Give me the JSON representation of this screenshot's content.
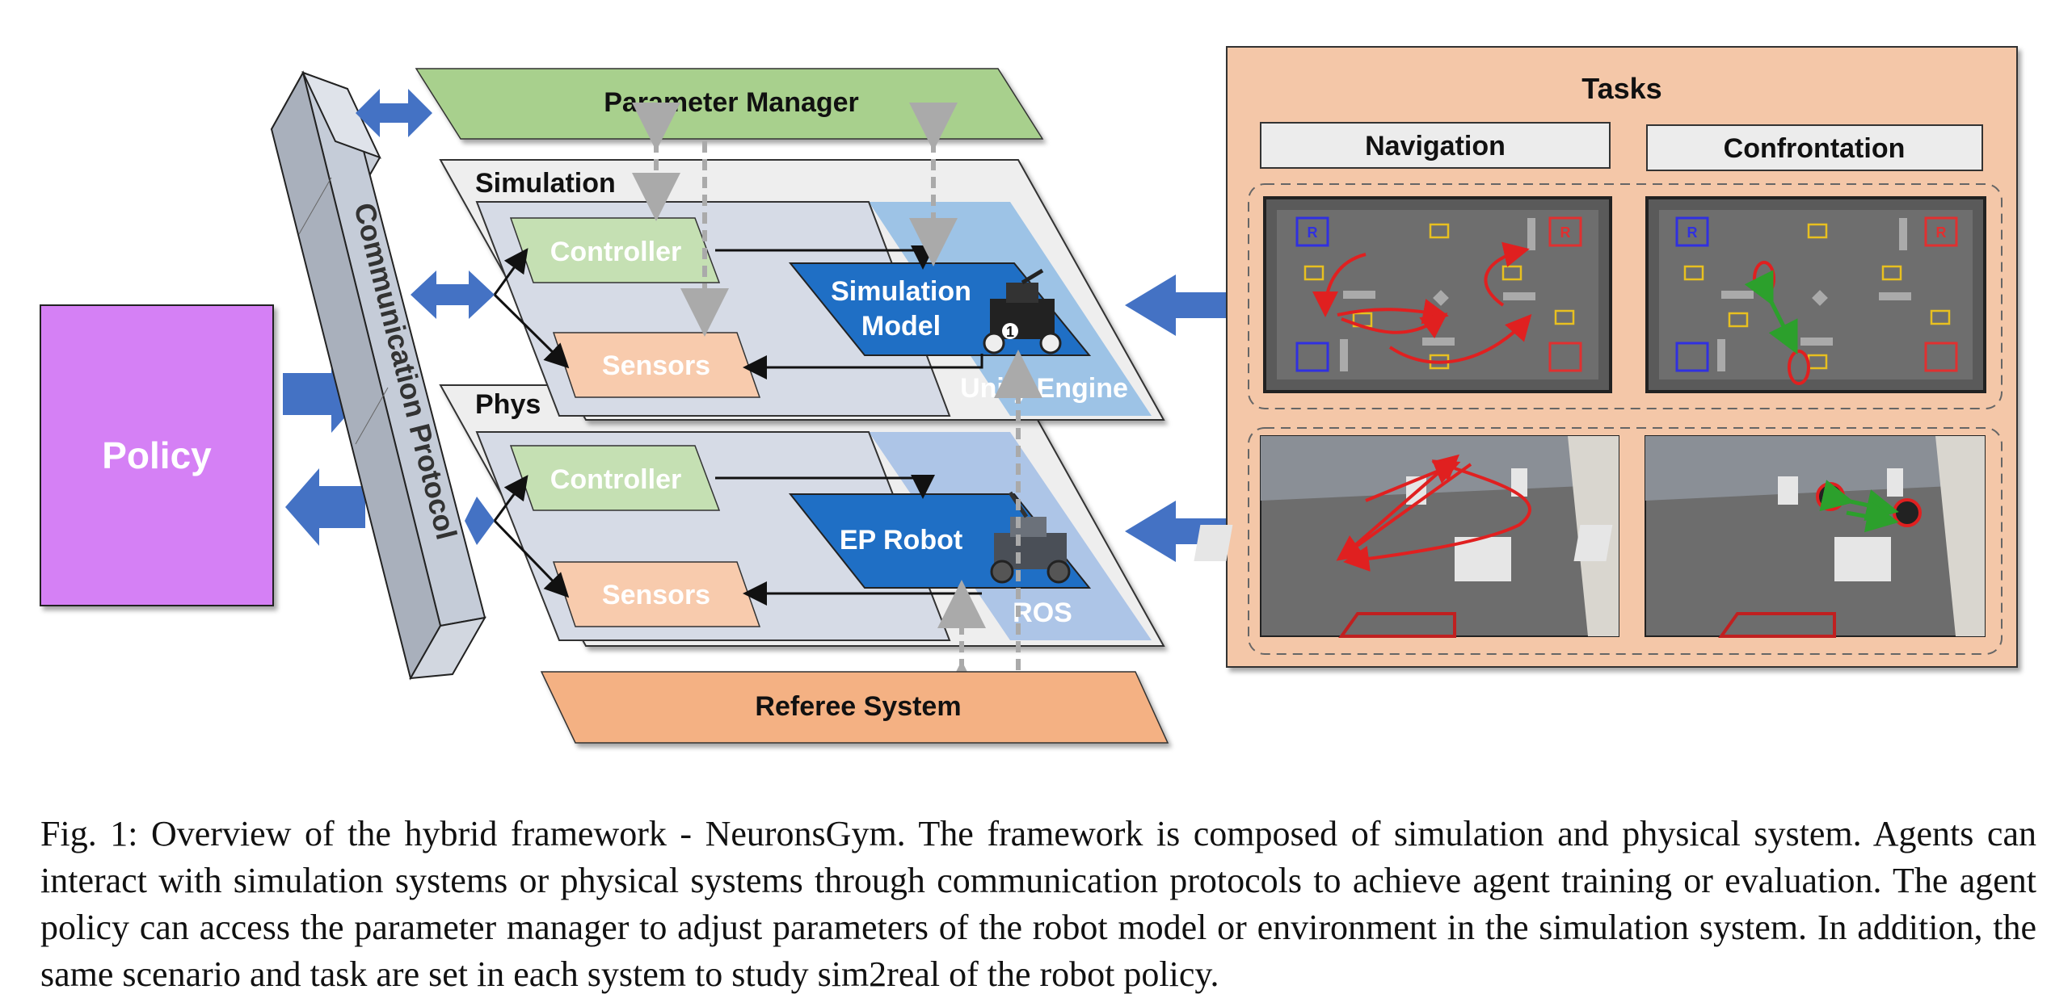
{
  "labels": {
    "policy": "Policy",
    "comm_protocol": "Communication Protocol",
    "param_manager": "Parameter Manager",
    "simulation": "Simulation",
    "physical": "Phys",
    "sim_controller": "Controller",
    "sim_sensors": "Sensors",
    "sim_model_line1": "Simulation",
    "sim_model_line2": "Model",
    "unity_engine": "Unity Engine",
    "phys_controller": "Controller",
    "phys_sensors": "Sensors",
    "ep_robot": "EP Robot",
    "ros": "ROS",
    "referee": "Referee System",
    "tasks": "Tasks",
    "navigation": "Navigation",
    "confrontation": "Confrontation"
  },
  "caption": "Fig. 1: Overview of the hybrid framework - NeuronsGym. The framework is composed of simulation and physical system. Agents can interact with simulation systems or physical systems through communication protocols to achieve agent training or evaluation. The agent policy can access the parameter manager to adjust parameters of the robot model or environment in the simulation system. In addition, the same scenario and task are set in each system to study sim2real of the robot policy.",
  "colors": {
    "policy": "#d580f5",
    "param_manager": "#a8d08d",
    "controller": "#c5e0b3",
    "sensors": "#f8cbad",
    "model": "#1f6fc5",
    "engine": "#9dc3e6",
    "referee": "#f4b183",
    "tasks_bg": "#f4c7a8",
    "arrow_blue": "#4472c4",
    "arrow_red": "#e02020",
    "arrow_green": "#2ca02c"
  },
  "marker_letters": {
    "base_blue": "R",
    "base_red": "R",
    "robot_id": "1"
  }
}
